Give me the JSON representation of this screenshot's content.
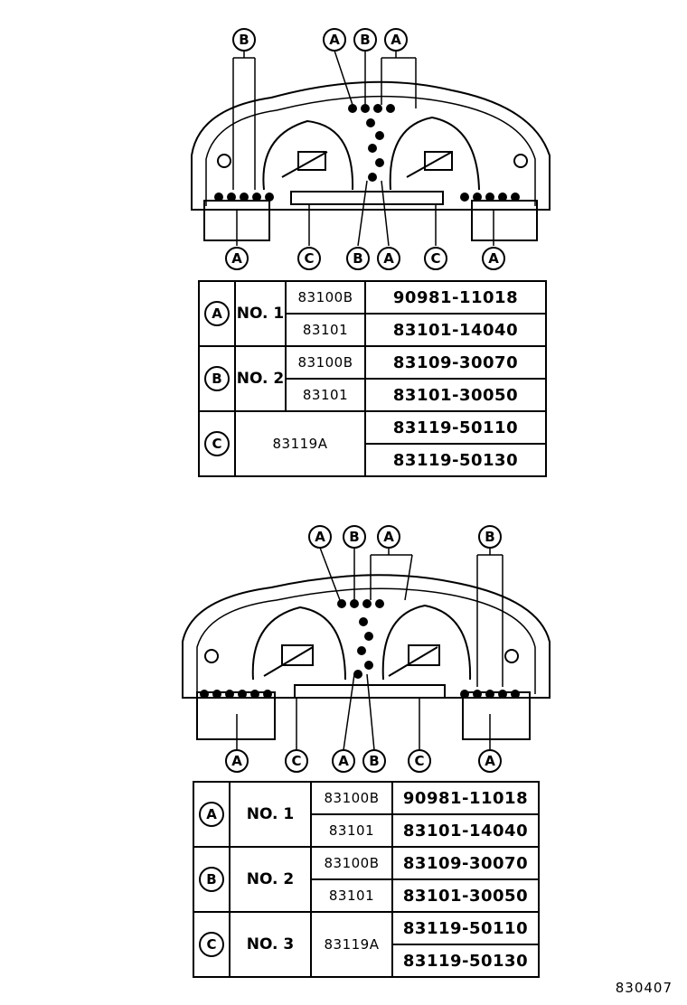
{
  "figure_id": "830407",
  "diagram_top": {
    "callouts_upper": [
      "B",
      "A",
      "B",
      "A"
    ],
    "callouts_lower": [
      "A",
      "C",
      "B",
      "A",
      "C",
      "A"
    ]
  },
  "table_top": {
    "rows": [
      {
        "key": "A",
        "group": "NO. 1",
        "sub": "83100B",
        "part": "90981-11018"
      },
      {
        "sub": "83101",
        "part": "83101-14040"
      },
      {
        "key": "B",
        "group": "NO. 2",
        "sub": "83100B",
        "part": "83109-30070"
      },
      {
        "sub": "83101",
        "part": "83101-30050"
      },
      {
        "key": "C",
        "group": "83119A",
        "part": "83119-50110"
      },
      {
        "part": "83119-50130"
      }
    ]
  },
  "diagram_bottom": {
    "callouts_upper": [
      "A",
      "B",
      "A",
      "B"
    ],
    "callouts_lower": [
      "A",
      "C",
      "A",
      "B",
      "C",
      "A"
    ]
  },
  "table_bottom": {
    "rows": [
      {
        "key": "A",
        "group": "NO. 1",
        "sub": "83100B",
        "part": "90981-11018"
      },
      {
        "sub": "83101",
        "part": "83101-14040"
      },
      {
        "key": "B",
        "group": "NO. 2",
        "sub": "83100B",
        "part": "83109-30070"
      },
      {
        "sub": "83101",
        "part": "83101-30050"
      },
      {
        "key": "C",
        "group": "NO. 3",
        "sub": "83119A",
        "part": "83119-50110"
      },
      {
        "part": "83119-50130"
      }
    ]
  }
}
